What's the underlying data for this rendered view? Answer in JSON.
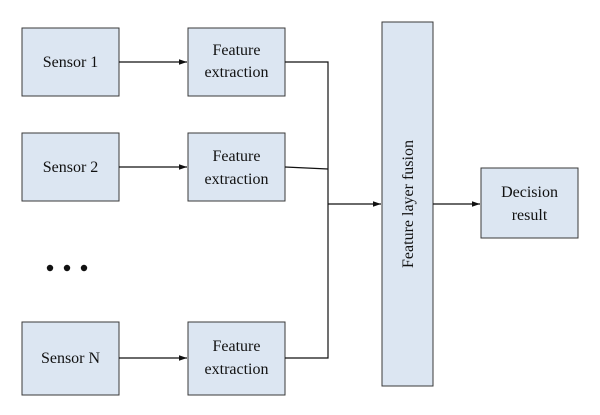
{
  "sensors": [
    {
      "label": "Sensor 1"
    },
    {
      "label": "Sensor 2"
    },
    {
      "label": "Sensor N"
    }
  ],
  "feature_extraction": {
    "line1": "Feature",
    "line2": "extraction"
  },
  "fusion": {
    "label": "Feature layer fusion"
  },
  "decision": {
    "line1": "Decision",
    "line2": "result"
  },
  "colors": {
    "box_fill": "#dce6f2",
    "box_stroke": "#3a3a3a",
    "line": "#111111"
  }
}
